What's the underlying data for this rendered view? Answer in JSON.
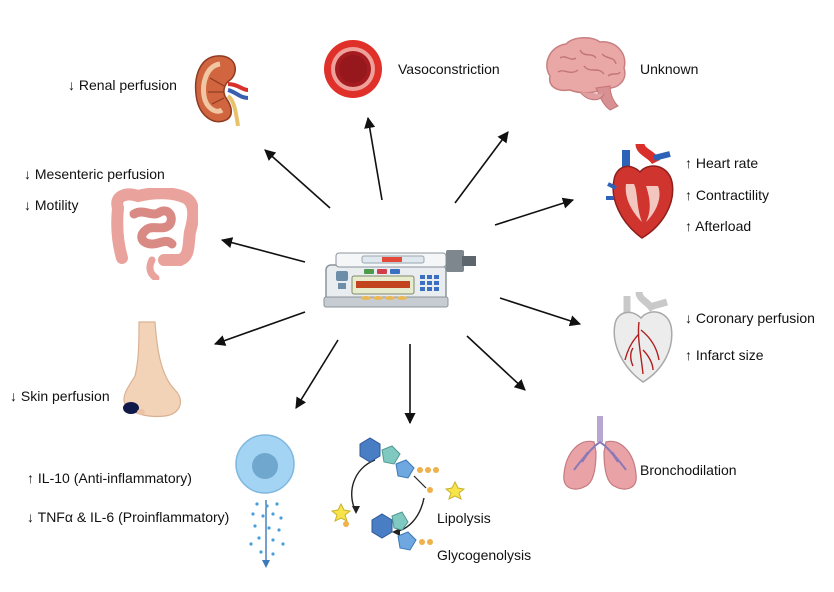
{
  "center": {
    "pump_display": ""
  },
  "labels": {
    "renal": "↓ Renal perfusion",
    "vaso": "Vasoconstriction",
    "brain": "Unknown",
    "heart_rate": "↑ Heart rate",
    "contractility": "↑ Contractility",
    "afterload": "↑ Afterload",
    "mesenteric": "↓ Mesenteric perfusion",
    "motility": "↓ Motility",
    "coronary": "↓ Coronary perfusion",
    "infarct": "↑ Infarct size",
    "skin": "↓ Skin perfusion",
    "il10": "↑ IL-10 (Anti-inflammatory)",
    "tnf": "↓ TNFα & IL-6 (Proinflammatory)",
    "lipolysis": "Lipolysis",
    "glyco": "Glycogenolysis",
    "broncho": "Bronchodilation"
  },
  "colors": {
    "arrow": "#111111",
    "kidney": "#c9553d",
    "vessel": "#d9302c",
    "brain": "#e8a3a3",
    "heart": "#c8302c",
    "intestine": "#eaa7a0",
    "foot": "#f3d2b5",
    "cell": "#9fcff0",
    "molecule": "#4a7ec4",
    "lung": "#e8a0a4"
  }
}
